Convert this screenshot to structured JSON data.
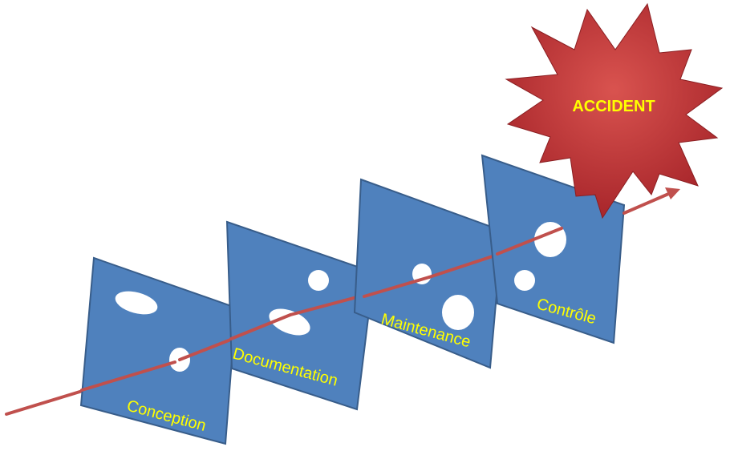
{
  "diagram": {
    "layers": [
      {
        "label": "Conception"
      },
      {
        "label": "Documentation"
      },
      {
        "label": "Maintenance"
      },
      {
        "label": "Contrôle"
      }
    ],
    "event": {
      "label": "ACCIDENT"
    },
    "colors": {
      "layer_fill": "#4f81bd",
      "layer_stroke": "#385d8a",
      "trajectory": "#c0504d",
      "star_fill": "#c0393b",
      "label_text": "#ffff00"
    }
  }
}
